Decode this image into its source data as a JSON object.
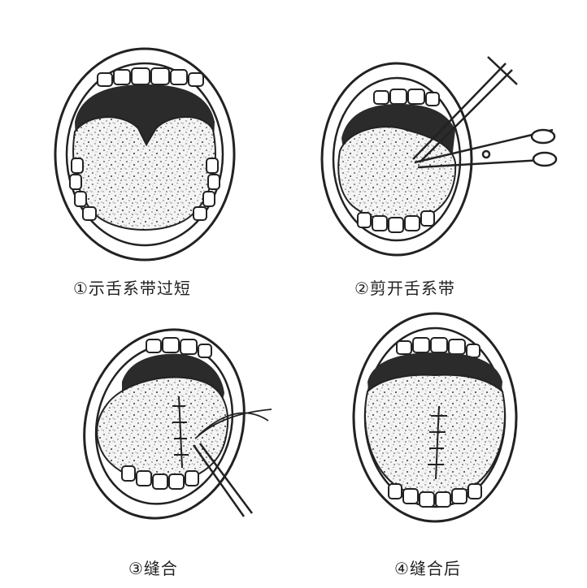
{
  "panels": [
    {
      "caption": "①示舌系带过短"
    },
    {
      "caption": "②剪开舌系带"
    },
    {
      "caption": "③缝合"
    },
    {
      "caption": "④缝合后"
    }
  ],
  "colors": {
    "ink": "#222222",
    "mouth_dark": "#2b2b2b",
    "paper": "#ffffff"
  }
}
